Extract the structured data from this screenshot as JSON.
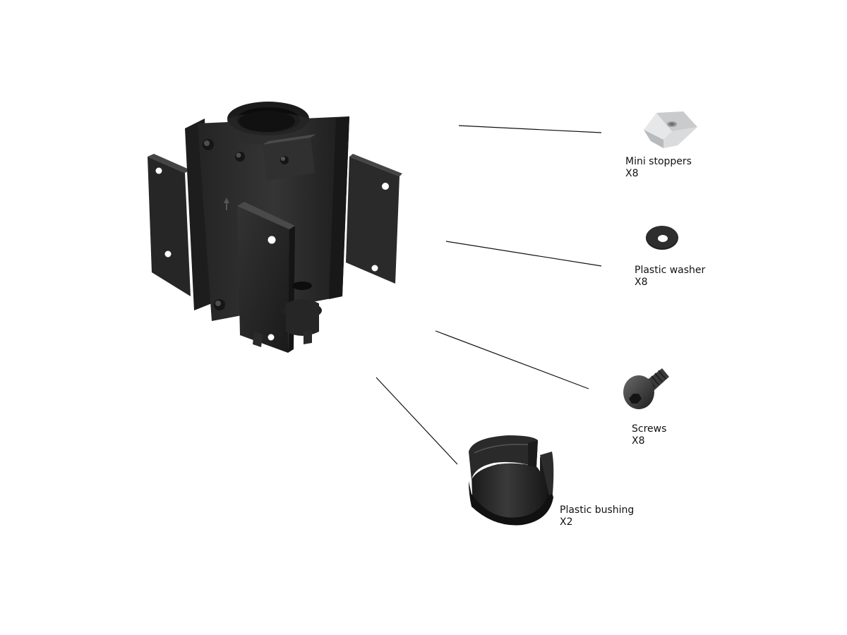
{
  "colors": {
    "background": "#ffffff",
    "text": "#111111",
    "leader_line": "#111111",
    "bracket_dark": "#1e1e1e",
    "bracket_mid": "#2c2c2c",
    "bracket_light": "#3c3c3c",
    "stopper_metal": "#d4d6d8"
  },
  "parts": [
    {
      "id": "mini-stoppers",
      "name": "Mini stoppers",
      "qty": "X8",
      "icon": "mini-stopper-icon"
    },
    {
      "id": "plastic-washer",
      "name": "Plastic washer",
      "qty": "X8",
      "icon": "washer-icon"
    },
    {
      "id": "screws",
      "name": "Screws",
      "qty": "X8",
      "icon": "screw-icon"
    },
    {
      "id": "plastic-bushing",
      "name": "Plastic bushing",
      "qty": "X2",
      "icon": "bushing-icon"
    }
  ],
  "main_part": {
    "icon": "pole-mount-bracket-icon"
  }
}
